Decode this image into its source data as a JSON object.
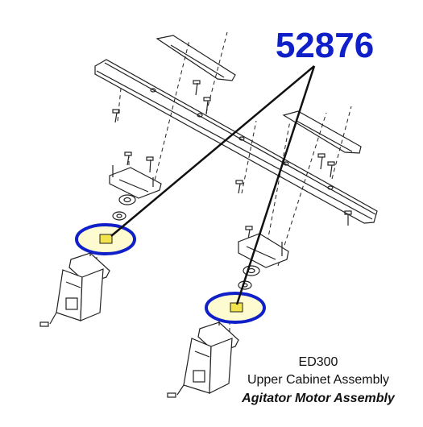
{
  "part_number": "52876",
  "caption": {
    "model": "ED300",
    "subassembly": "Upper Cabinet Assembly",
    "assembly": "Agitator Motor Assembly"
  },
  "colors": {
    "part_number_text": "#1020c8",
    "highlight_ring": "#1020c8",
    "highlight_glow": "#fffbd0",
    "highlighted_part": "#f2e44a",
    "line_art": "#222222"
  },
  "callouts": {
    "count": 2,
    "highlighted_parts": [
      "left-agitator-coupling",
      "right-agitator-coupling"
    ]
  }
}
